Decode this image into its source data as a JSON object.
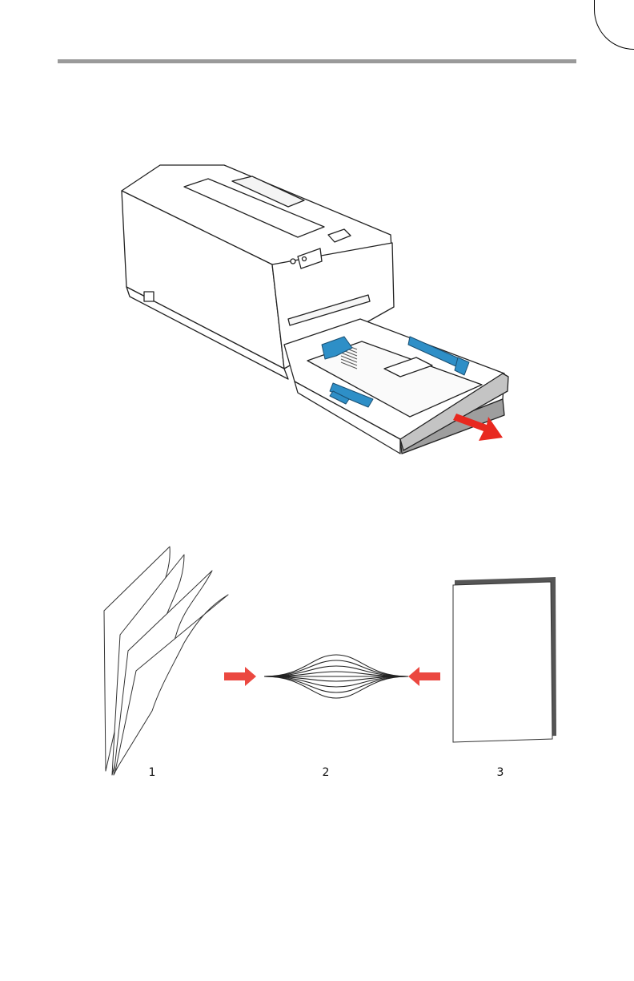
{
  "page": {
    "accent_color": "#2e8fc7",
    "arrow_color": "#e8281f"
  },
  "figure_paper": {
    "steps": [
      {
        "label": "1"
      },
      {
        "label": "2"
      },
      {
        "label": "3"
      }
    ]
  }
}
